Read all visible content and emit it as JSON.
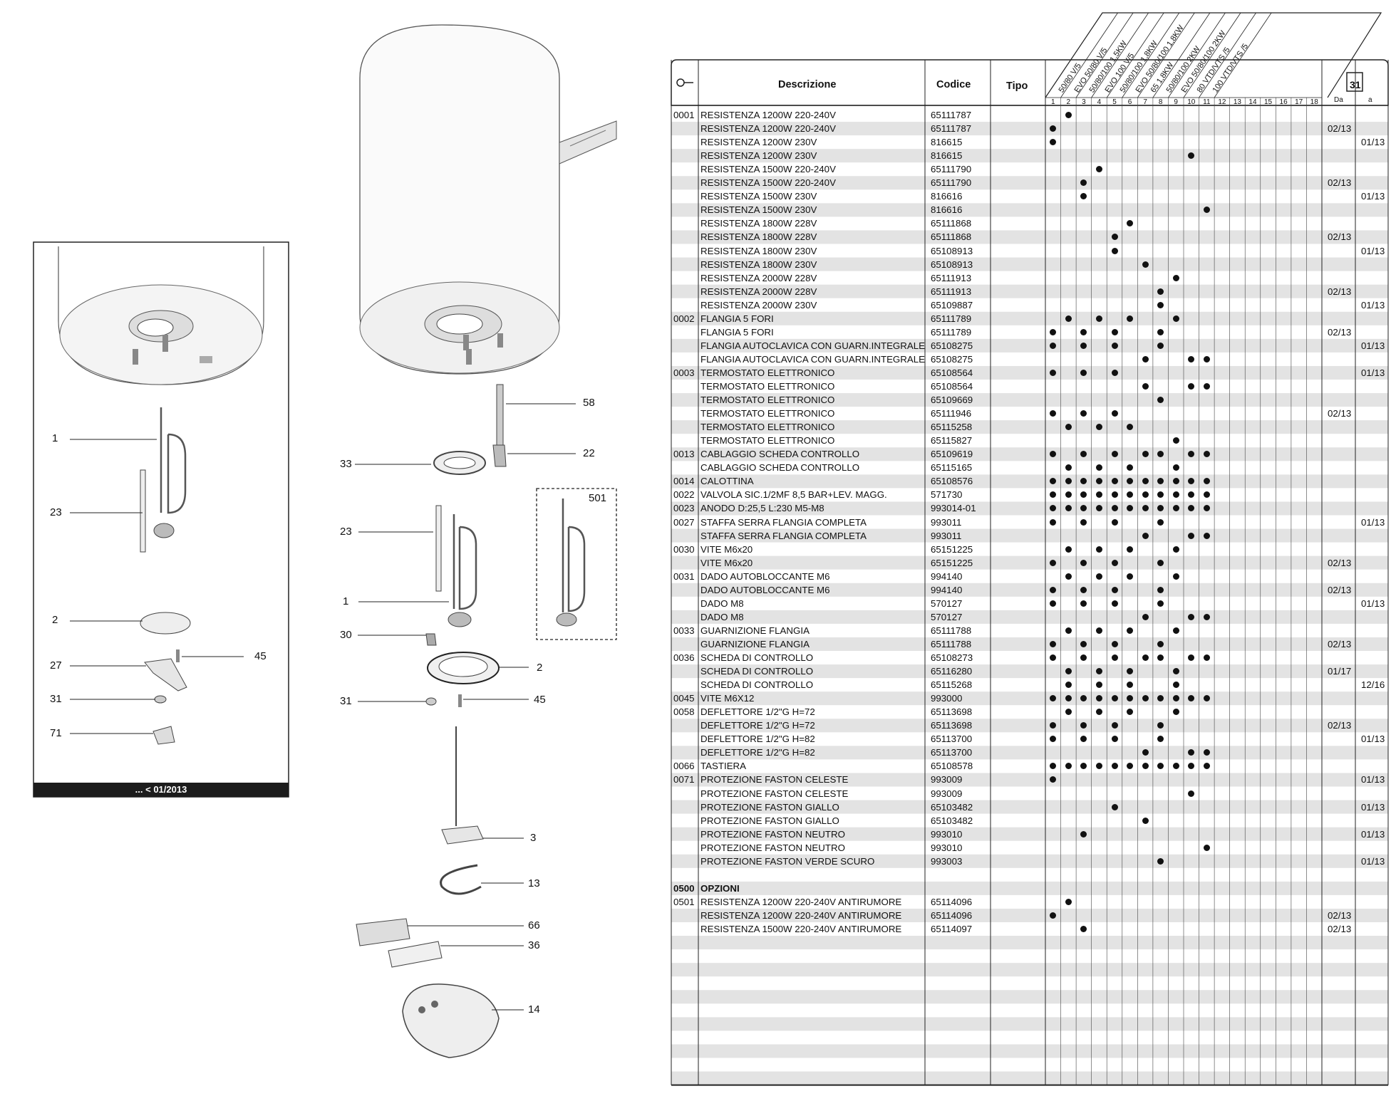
{
  "inset": {
    "caption": "... < 01/2013",
    "labels": [
      "1",
      "23",
      "2",
      "27",
      "45",
      "31",
      "71"
    ]
  },
  "main_drawing": {
    "labels": [
      "58",
      "22",
      "33",
      "23",
      "501",
      "1",
      "30",
      "2",
      "31",
      "45",
      "3",
      "13",
      "66",
      "36",
      "14"
    ]
  },
  "table": {
    "headers": {
      "description": "Descrizione",
      "code": "Codice",
      "type": "Tipo",
      "from": "Da",
      "to": "a"
    },
    "calendar_day": "31",
    "models": [
      "50/80 V/5",
      "EVO 50/80 V/5",
      "50/80/100 1,5KW",
      "EVO 100 V/5",
      "50/80/100 1,8KW",
      "EVO 50/80/100 1,8KW",
      "65 1,8KW",
      "50/80/100 2KW",
      "EVO 50/80/100 2KW",
      "80 VTD/VTS /5",
      "100 VTD/VTS /5"
    ],
    "column_numbers": [
      "1",
      "2",
      "3",
      "4",
      "5",
      "6",
      "7",
      "8",
      "9",
      "10",
      "11",
      "12",
      "13",
      "14",
      "15",
      "16",
      "17",
      "18"
    ],
    "rows": [
      {
        "pos": "0001",
        "desc": "RESISTENZA 1200W 220-240V",
        "code": "65111787",
        "models": [
          2
        ],
        "from": "",
        "to": ""
      },
      {
        "pos": "",
        "desc": "RESISTENZA 1200W 220-240V",
        "code": "65111787",
        "models": [
          1
        ],
        "from": "02/13",
        "to": ""
      },
      {
        "pos": "",
        "desc": "RESISTENZA 1200W 230V",
        "code": "816615",
        "models": [
          1
        ],
        "from": "",
        "to": "01/13"
      },
      {
        "pos": "",
        "desc": "RESISTENZA 1200W 230V",
        "code": "816615",
        "models": [
          10
        ],
        "from": "",
        "to": ""
      },
      {
        "pos": "",
        "desc": "RESISTENZA 1500W 220-240V",
        "code": "65111790",
        "models": [
          4
        ],
        "from": "",
        "to": ""
      },
      {
        "pos": "",
        "desc": "RESISTENZA 1500W 220-240V",
        "code": "65111790",
        "models": [
          3
        ],
        "from": "02/13",
        "to": ""
      },
      {
        "pos": "",
        "desc": "RESISTENZA 1500W 230V",
        "code": "816616",
        "models": [
          3
        ],
        "from": "",
        "to": "01/13"
      },
      {
        "pos": "",
        "desc": "RESISTENZA 1500W 230V",
        "code": "816616",
        "models": [
          11
        ],
        "from": "",
        "to": ""
      },
      {
        "pos": "",
        "desc": "RESISTENZA 1800W 228V",
        "code": "65111868",
        "models": [
          6
        ],
        "from": "",
        "to": ""
      },
      {
        "pos": "",
        "desc": "RESISTENZA 1800W 228V",
        "code": "65111868",
        "models": [
          5
        ],
        "from": "02/13",
        "to": ""
      },
      {
        "pos": "",
        "desc": "RESISTENZA 1800W 230V",
        "code": "65108913",
        "models": [
          5
        ],
        "from": "",
        "to": "01/13"
      },
      {
        "pos": "",
        "desc": "RESISTENZA 1800W 230V",
        "code": "65108913",
        "models": [
          7
        ],
        "from": "",
        "to": ""
      },
      {
        "pos": "",
        "desc": "RESISTENZA 2000W 228V",
        "code": "65111913",
        "models": [
          9
        ],
        "from": "",
        "to": ""
      },
      {
        "pos": "",
        "desc": "RESISTENZA 2000W 228V",
        "code": "65111913",
        "models": [
          8
        ],
        "from": "02/13",
        "to": ""
      },
      {
        "pos": "",
        "desc": "RESISTENZA 2000W 230V",
        "code": "65109887",
        "models": [
          8
        ],
        "from": "",
        "to": "01/13"
      },
      {
        "pos": "0002",
        "desc": "FLANGIA 5 FORI",
        "code": "65111789",
        "models": [
          2,
          4,
          6,
          9
        ],
        "from": "",
        "to": ""
      },
      {
        "pos": "",
        "desc": "FLANGIA 5 FORI",
        "code": "65111789",
        "models": [
          1,
          3,
          5,
          8
        ],
        "from": "02/13",
        "to": ""
      },
      {
        "pos": "",
        "desc": "FLANGIA AUTOCLAVICA CON GUARN.INTEGRALE",
        "code": "65108275",
        "models": [
          1,
          3,
          5,
          8
        ],
        "from": "",
        "to": "01/13"
      },
      {
        "pos": "",
        "desc": "FLANGIA AUTOCLAVICA CON GUARN.INTEGRALE",
        "code": "65108275",
        "models": [
          7,
          10,
          11
        ],
        "from": "",
        "to": ""
      },
      {
        "pos": "0003",
        "desc": "TERMOSTATO ELETTRONICO",
        "code": "65108564",
        "models": [
          1,
          3,
          5
        ],
        "from": "",
        "to": "01/13"
      },
      {
        "pos": "",
        "desc": "TERMOSTATO ELETTRONICO",
        "code": "65108564",
        "models": [
          7,
          10,
          11
        ],
        "from": "",
        "to": ""
      },
      {
        "pos": "",
        "desc": "TERMOSTATO ELETTRONICO",
        "code": "65109669",
        "models": [
          8
        ],
        "from": "",
        "to": ""
      },
      {
        "pos": "",
        "desc": "TERMOSTATO ELETTRONICO",
        "code": "65111946",
        "models": [
          1,
          3,
          5
        ],
        "from": "02/13",
        "to": ""
      },
      {
        "pos": "",
        "desc": "TERMOSTATO ELETTRONICO",
        "code": "65115258",
        "models": [
          2,
          4,
          6
        ],
        "from": "",
        "to": ""
      },
      {
        "pos": "",
        "desc": "TERMOSTATO ELETTRONICO",
        "code": "65115827",
        "models": [
          9
        ],
        "from": "",
        "to": ""
      },
      {
        "pos": "0013",
        "desc": "CABLAGGIO SCHEDA CONTROLLO",
        "code": "65109619",
        "models": [
          1,
          3,
          5,
          7,
          8,
          10,
          11
        ],
        "from": "",
        "to": ""
      },
      {
        "pos": "",
        "desc": "CABLAGGIO SCHEDA CONTROLLO",
        "code": "65115165",
        "models": [
          2,
          4,
          6,
          9
        ],
        "from": "",
        "to": ""
      },
      {
        "pos": "0014",
        "desc": "CALOTTINA",
        "code": "65108576",
        "models": [
          1,
          2,
          3,
          4,
          5,
          6,
          7,
          8,
          9,
          10,
          11
        ],
        "from": "",
        "to": ""
      },
      {
        "pos": "0022",
        "desc": "VALVOLA SIC.1/2MF 8,5 BAR+LEV. MAGG.",
        "code": "571730",
        "models": [
          1,
          2,
          3,
          4,
          5,
          6,
          7,
          8,
          9,
          10,
          11
        ],
        "from": "",
        "to": ""
      },
      {
        "pos": "0023",
        "desc": "ANODO D:25,5 L:230 M5-M8",
        "code": "993014-01",
        "models": [
          1,
          2,
          3,
          4,
          5,
          6,
          7,
          8,
          9,
          10,
          11
        ],
        "from": "",
        "to": ""
      },
      {
        "pos": "0027",
        "desc": "STAFFA SERRA FLANGIA COMPLETA",
        "code": "993011",
        "models": [
          1,
          3,
          5,
          8
        ],
        "from": "",
        "to": "01/13"
      },
      {
        "pos": "",
        "desc": "STAFFA SERRA FLANGIA COMPLETA",
        "code": "993011",
        "models": [
          7,
          10,
          11
        ],
        "from": "",
        "to": ""
      },
      {
        "pos": "0030",
        "desc": "VITE M6x20",
        "code": "65151225",
        "models": [
          2,
          4,
          6,
          9
        ],
        "from": "",
        "to": ""
      },
      {
        "pos": "",
        "desc": "VITE M6x20",
        "code": "65151225",
        "models": [
          1,
          3,
          5,
          8
        ],
        "from": "02/13",
        "to": ""
      },
      {
        "pos": "0031",
        "desc": "DADO AUTOBLOCCANTE M6",
        "code": "994140",
        "models": [
          2,
          4,
          6,
          9
        ],
        "from": "",
        "to": ""
      },
      {
        "pos": "",
        "desc": "DADO AUTOBLOCCANTE M6",
        "code": "994140",
        "models": [
          1,
          3,
          5,
          8
        ],
        "from": "02/13",
        "to": ""
      },
      {
        "pos": "",
        "desc": "DADO M8",
        "code": "570127",
        "models": [
          1,
          3,
          5,
          8
        ],
        "from": "",
        "to": "01/13"
      },
      {
        "pos": "",
        "desc": "DADO M8",
        "code": "570127",
        "models": [
          7,
          10,
          11
        ],
        "from": "",
        "to": ""
      },
      {
        "pos": "0033",
        "desc": "GUARNIZIONE FLANGIA",
        "code": "65111788",
        "models": [
          2,
          4,
          6,
          9
        ],
        "from": "",
        "to": ""
      },
      {
        "pos": "",
        "desc": "GUARNIZIONE FLANGIA",
        "code": "65111788",
        "models": [
          1,
          3,
          5,
          8
        ],
        "from": "02/13",
        "to": ""
      },
      {
        "pos": "0036",
        "desc": "SCHEDA DI CONTROLLO",
        "code": "65108273",
        "models": [
          1,
          3,
          5,
          7,
          8,
          10,
          11
        ],
        "from": "",
        "to": ""
      },
      {
        "pos": "",
        "desc": "SCHEDA DI CONTROLLO",
        "code": "65116280",
        "models": [
          2,
          4,
          6,
          9
        ],
        "from": "01/17",
        "to": ""
      },
      {
        "pos": "",
        "desc": "SCHEDA DI CONTROLLO",
        "code": "65115268",
        "models": [
          2,
          4,
          6,
          9
        ],
        "from": "",
        "to": "12/16"
      },
      {
        "pos": "0045",
        "desc": "VITE M6X12",
        "code": "993000",
        "models": [
          1,
          2,
          3,
          4,
          5,
          6,
          7,
          8,
          9,
          10,
          11
        ],
        "from": "",
        "to": ""
      },
      {
        "pos": "0058",
        "desc": "DEFLETTORE 1/2\"G H=72",
        "code": "65113698",
        "models": [
          2,
          4,
          6,
          9
        ],
        "from": "",
        "to": ""
      },
      {
        "pos": "",
        "desc": "DEFLETTORE 1/2\"G H=72",
        "code": "65113698",
        "models": [
          1,
          3,
          5,
          8
        ],
        "from": "02/13",
        "to": ""
      },
      {
        "pos": "",
        "desc": "DEFLETTORE 1/2\"G H=82",
        "code": "65113700",
        "models": [
          1,
          3,
          5,
          8
        ],
        "from": "",
        "to": "01/13"
      },
      {
        "pos": "",
        "desc": "DEFLETTORE 1/2\"G H=82",
        "code": "65113700",
        "models": [
          7,
          10,
          11
        ],
        "from": "",
        "to": ""
      },
      {
        "pos": "0066",
        "desc": "TASTIERA",
        "code": "65108578",
        "models": [
          1,
          2,
          3,
          4,
          5,
          6,
          7,
          8,
          9,
          10,
          11
        ],
        "from": "",
        "to": ""
      },
      {
        "pos": "0071",
        "desc": "PROTEZIONE FASTON CELESTE",
        "code": "993009",
        "models": [
          1
        ],
        "from": "",
        "to": "01/13"
      },
      {
        "pos": "",
        "desc": "PROTEZIONE FASTON CELESTE",
        "code": "993009",
        "models": [
          10
        ],
        "from": "",
        "to": ""
      },
      {
        "pos": "",
        "desc": "PROTEZIONE FASTON GIALLO",
        "code": "65103482",
        "models": [
          5
        ],
        "from": "",
        "to": "01/13"
      },
      {
        "pos": "",
        "desc": "PROTEZIONE FASTON GIALLO",
        "code": "65103482",
        "models": [
          7
        ],
        "from": "",
        "to": ""
      },
      {
        "pos": "",
        "desc": "PROTEZIONE FASTON NEUTRO",
        "code": "993010",
        "models": [
          3
        ],
        "from": "",
        "to": "01/13"
      },
      {
        "pos": "",
        "desc": "PROTEZIONE FASTON NEUTRO",
        "code": "993010",
        "models": [
          11
        ],
        "from": "",
        "to": ""
      },
      {
        "pos": "",
        "desc": "PROTEZIONE FASTON VERDE SCURO",
        "code": "993003",
        "models": [
          8
        ],
        "from": "",
        "to": "01/13"
      },
      {
        "pos": "",
        "desc": "",
        "code": "",
        "models": [],
        "from": "",
        "to": ""
      },
      {
        "pos": "0500",
        "desc": "OPZIONI",
        "code": "",
        "models": [],
        "from": "",
        "to": "",
        "bold": true
      },
      {
        "pos": "0501",
        "desc": "RESISTENZA 1200W 220-240V ANTIRUMORE",
        "code": "65114096",
        "models": [
          2
        ],
        "from": "",
        "to": ""
      },
      {
        "pos": "",
        "desc": "RESISTENZA 1200W 220-240V ANTIRUMORE",
        "code": "65114096",
        "models": [
          1
        ],
        "from": "02/13",
        "to": ""
      },
      {
        "pos": "",
        "desc": "RESISTENZA 1500W 220-240V ANTIRUMORE",
        "code": "65114097",
        "models": [
          3
        ],
        "from": "02/13",
        "to": ""
      }
    ],
    "total_row_slots": 72
  },
  "colors": {
    "stripe": "#e3e3e3",
    "line": "#222222",
    "caption_bg": "#1c1c1c"
  }
}
